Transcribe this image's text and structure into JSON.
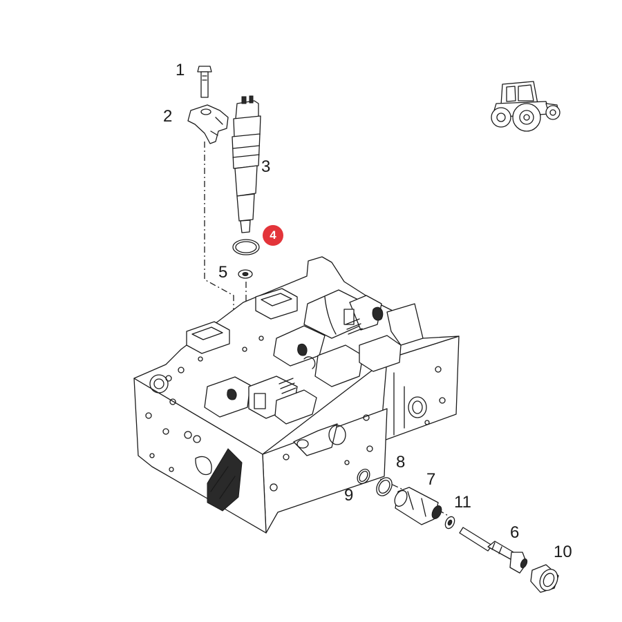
{
  "callouts": [
    {
      "id": "1",
      "label": "1"
    },
    {
      "id": "2",
      "label": "2"
    },
    {
      "id": "3",
      "label": "3"
    },
    {
      "id": "4",
      "label": "4"
    },
    {
      "id": "5",
      "label": "5"
    },
    {
      "id": "6",
      "label": "6"
    },
    {
      "id": "7",
      "label": "7"
    },
    {
      "id": "8",
      "label": "8"
    },
    {
      "id": "9",
      "label": "9"
    },
    {
      "id": "10",
      "label": "10"
    },
    {
      "id": "11",
      "label": "11"
    }
  ],
  "selected_callout": "4",
  "colors": {
    "highlight": "#e3343a",
    "line": "#1a1a1a",
    "background": "#ffffff"
  },
  "icons": {
    "vehicle": "tractor-icon"
  }
}
